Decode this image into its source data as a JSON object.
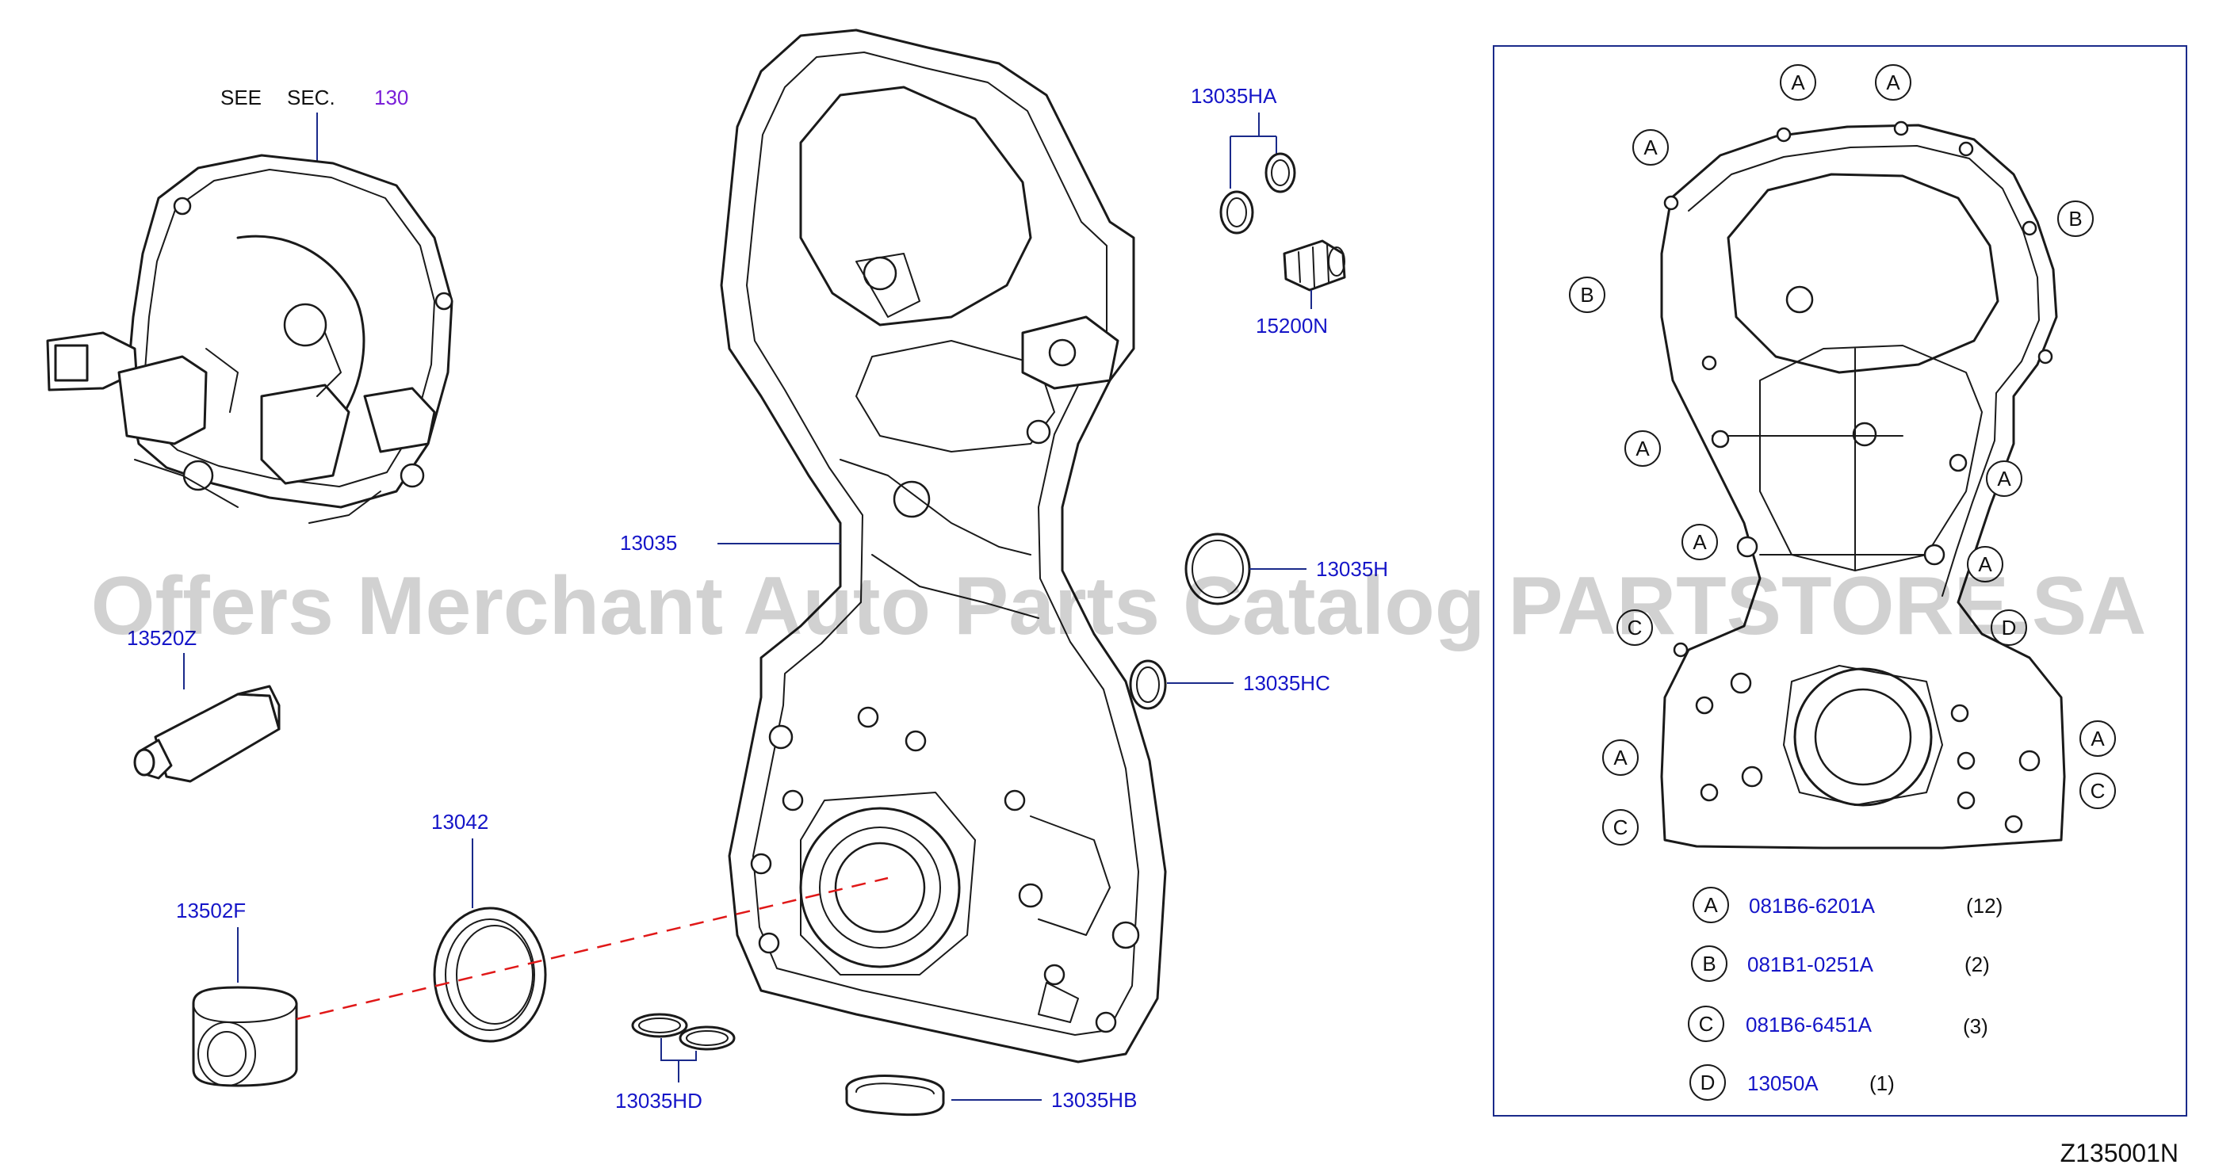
{
  "diagram": {
    "drawing_id": "Z135001N",
    "watermark": "Offers Merchant Auto Parts Catalog PARTSTORE.SA",
    "see_section": {
      "see": "SEE",
      "sec": "SEC.",
      "number": "130"
    },
    "parts": {
      "p13035": "13035",
      "p13035HA": "13035HA",
      "p15200N": "15200N",
      "p13035H": "13035H",
      "p13035HC": "13035HC",
      "p13520Z": "13520Z",
      "p13042": "13042",
      "p13502F": "13502F",
      "p13035HD": "13035HD",
      "p13035HB": "13035HB"
    },
    "callout_letters": {
      "a": "A",
      "b": "B",
      "c": "C",
      "d": "D"
    },
    "legend": [
      {
        "letter": "A",
        "part": "081B6-6201A",
        "qty": "(12)"
      },
      {
        "letter": "B",
        "part": "081B1-0251A",
        "qty": "(2)"
      },
      {
        "letter": "C",
        "part": "081B6-6451A",
        "qty": "(3)"
      },
      {
        "letter": "D",
        "part": "13050A",
        "qty": "(1)"
      }
    ]
  }
}
